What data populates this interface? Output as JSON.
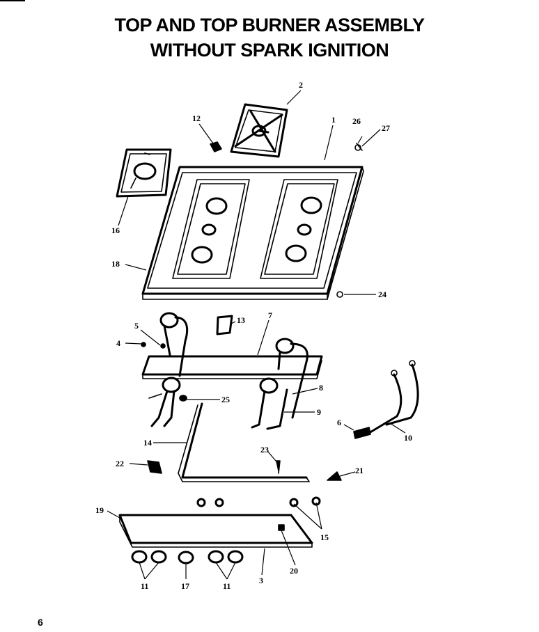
{
  "title_line1": "TOP AND TOP BURNER ASSEMBLY",
  "title_line2": "WITHOUT SPARK IGNITION",
  "page_number": "6",
  "callouts": [
    {
      "id": "c1",
      "text": "1"
    },
    {
      "id": "c2",
      "text": "2"
    },
    {
      "id": "c3",
      "text": "3"
    },
    {
      "id": "c4",
      "text": "4"
    },
    {
      "id": "c5",
      "text": "5"
    },
    {
      "id": "c6",
      "text": "6"
    },
    {
      "id": "c7",
      "text": "7"
    },
    {
      "id": "c8",
      "text": "8"
    },
    {
      "id": "c9",
      "text": "9"
    },
    {
      "id": "c10",
      "text": "10"
    },
    {
      "id": "c11a",
      "text": "11"
    },
    {
      "id": "c11b",
      "text": "11"
    },
    {
      "id": "c12",
      "text": "12"
    },
    {
      "id": "c13",
      "text": "13"
    },
    {
      "id": "c14",
      "text": "14"
    },
    {
      "id": "c15",
      "text": "15"
    },
    {
      "id": "c16",
      "text": "16"
    },
    {
      "id": "c17",
      "text": "17"
    },
    {
      "id": "c18",
      "text": "18"
    },
    {
      "id": "c19",
      "text": "19"
    },
    {
      "id": "c20",
      "text": "20"
    },
    {
      "id": "c21",
      "text": "21"
    },
    {
      "id": "c22",
      "text": "22"
    },
    {
      "id": "c23",
      "text": "23"
    },
    {
      "id": "c24",
      "text": "24"
    },
    {
      "id": "c25",
      "text": "25"
    },
    {
      "id": "c26",
      "text": "26"
    },
    {
      "id": "c27",
      "text": "27"
    }
  ]
}
